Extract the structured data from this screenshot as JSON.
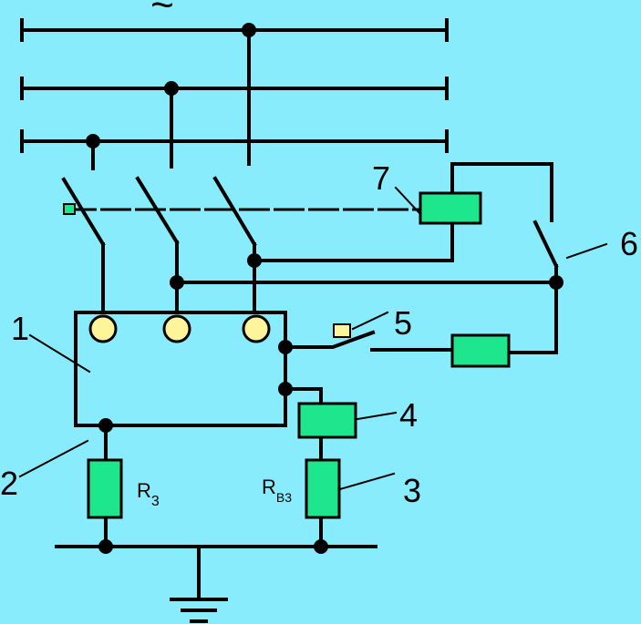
{
  "symbols": {
    "ac": "~"
  },
  "labels": {
    "l1": "1",
    "l2": "2",
    "l3": "3",
    "l4": "4",
    "l5": "5",
    "l6": "6",
    "l7": "7"
  },
  "resistors": {
    "r3_main": "R",
    "r3_sub": "3",
    "rv3_main": "R",
    "rv3_sub": "В3"
  },
  "colors": {
    "background": "#88ecfc",
    "component_fill": "#1ee68c",
    "terminal_fill": "#fef59a",
    "wire": "#000000"
  }
}
